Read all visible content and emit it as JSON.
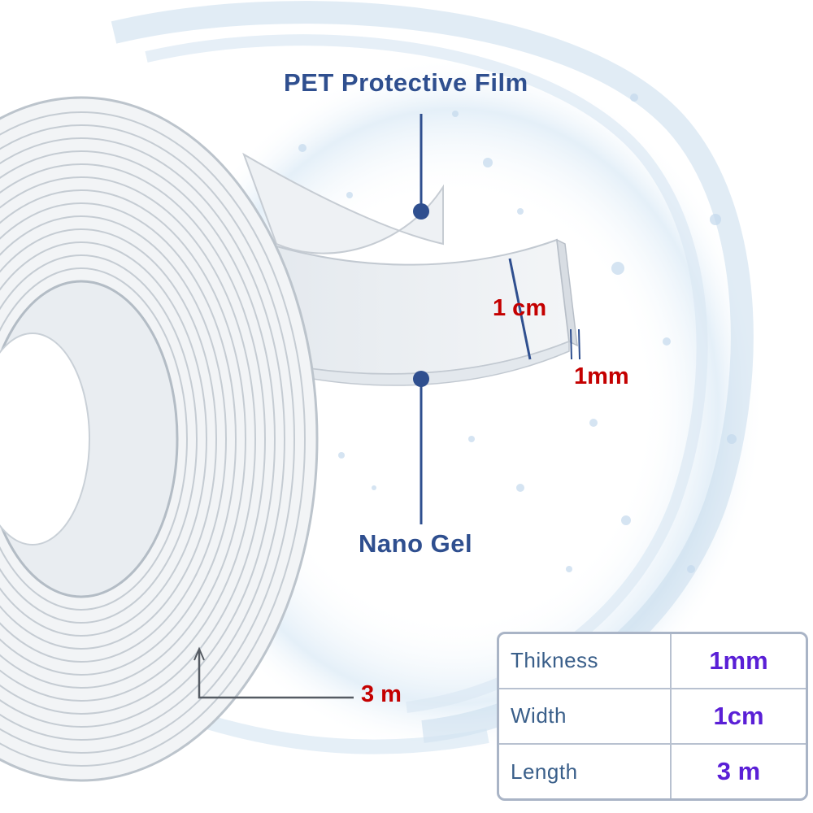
{
  "image": {
    "subject": "clear double-sided nano gel tape roll with water splash",
    "colors": {
      "callout_blue": "#2f4f8f",
      "measure_red": "#c40000",
      "value_purple": "#5a1fd6",
      "table_border": "#a9b4c6",
      "spec_name": "#3a5f8a"
    }
  },
  "callouts": {
    "pet_film": "PET Protective Film",
    "nano_gel": "Nano Gel"
  },
  "measurements": {
    "width": "1 cm",
    "thickness": "1mm",
    "length": "3 m"
  },
  "spec_table": {
    "rows": [
      {
        "name": "Thikness",
        "value": "1mm"
      },
      {
        "name": "Width",
        "value": "1cm"
      },
      {
        "name": "Length",
        "value": "3  m"
      }
    ]
  }
}
